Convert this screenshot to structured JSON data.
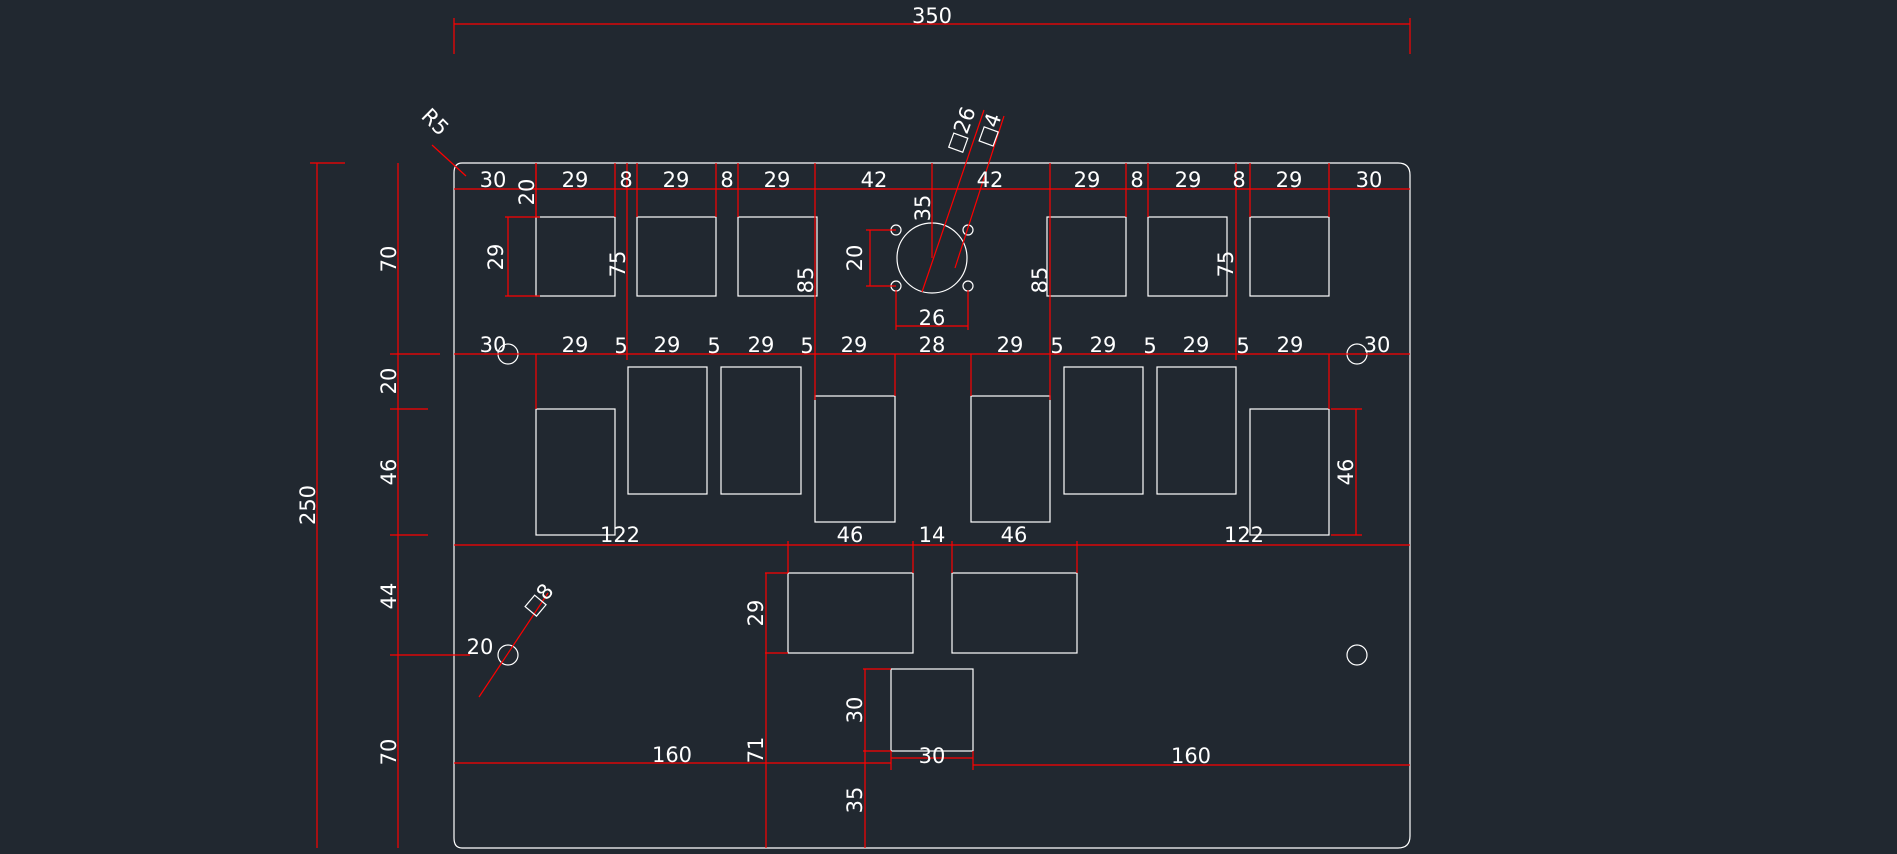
{
  "drawing": {
    "colors": {
      "background": "#212830",
      "outline": "#ffffff",
      "dimension": "#ff0000",
      "label": "#ffffff"
    },
    "labels": {
      "overall_width": "350",
      "overall_height": "250",
      "corner_radius": "R5",
      "top_row": [
        "30",
        "29",
        "8",
        "29",
        "8",
        "29",
        "42",
        "42",
        "29",
        "8",
        "29",
        "8",
        "29",
        "30"
      ],
      "vertical_left": [
        "70",
        "20",
        "46",
        "44",
        "70"
      ],
      "offset_20_top": "20",
      "small_29": "29",
      "v75_left": "75",
      "v85_left": "85",
      "v85_right": "85",
      "v75_right": "75",
      "knob_35": "35",
      "knob_20": "20",
      "knob_26": "26",
      "lead_sq26": "□26",
      "lead_sq4": "□4",
      "mid_row": [
        "30",
        "29",
        "5",
        "29",
        "5",
        "29",
        "5",
        "29",
        "28",
        "29",
        "5",
        "29",
        "5",
        "29",
        "5",
        "29",
        "30"
      ],
      "right_46": "46",
      "lower_row": [
        "122",
        "46",
        "14",
        "46",
        "122"
      ],
      "lead_sq8": "□8",
      "left_20": "20",
      "v29_lower": "29",
      "v71": "71",
      "v30": "30",
      "v35": "35",
      "bottom_row": [
        "160",
        "30",
        "160"
      ]
    }
  }
}
